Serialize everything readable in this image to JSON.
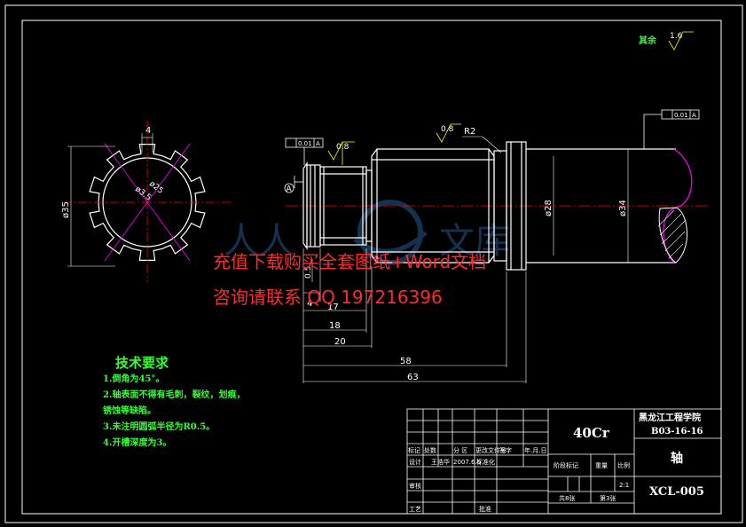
{
  "roughness": {
    "rest_label": "其余",
    "rest_value": "1.6",
    "a1": "0.8",
    "a2": "0.8"
  },
  "tolerance": {
    "left_value": "0.01",
    "left_datum": "A",
    "right_value": "0.01",
    "right_datum": "A"
  },
  "dims": {
    "key_width": "4",
    "outer_dia": "ø35",
    "inner_dia": "ø25",
    "root_dia": "ø3.5",
    "r2": "R2",
    "d28": "ø28",
    "d34": "ø34",
    "d4": "4",
    "d17": "17",
    "d18": "18",
    "d20": "20",
    "d58": "58",
    "d63": "63",
    "d_small": "0.5"
  },
  "datum_label": "A",
  "requirements": {
    "heading": "技术要求",
    "items": [
      "1.倒角为45°。",
      "2.轴表面不得有毛刺，裂纹，划痕，",
      "锈蚀等缺陷。",
      "3.未注明圆弧半径为R0.5。",
      "4.开槽深度为3。"
    ]
  },
  "title_block": {
    "material": "40Cr",
    "school": "黑龙江工程学院",
    "class_code": "B03-16-16",
    "part_name": "轴",
    "drawing_no": "XCL-005",
    "col_mark": "标记",
    "col_count": "处数",
    "col_zone": "分 区",
    "col_docno": "更改文件号",
    "col_sign": "签字",
    "col_date": "年.月.日",
    "design_label": "设计",
    "designer": "王浩华",
    "design_date": "2007.6.6",
    "std_label": "标准化",
    "stage_label": "阶段标记",
    "weight_label": "重量",
    "scale_label": "比例",
    "scale": "2:1",
    "review_label": "审核",
    "process_label": "工艺",
    "approve_label": "批准",
    "total_sheets": "共8张",
    "sheet_no": "第3张"
  },
  "watermark": {
    "line1": "充值下载购买全套图纸+Word文档",
    "line2": "咨询请联系 QQ 197216396"
  },
  "colors": {
    "background": "#000000",
    "outline": "#ffffff",
    "centerline": "#ff0000",
    "section": "#ff00ff",
    "text_green": "#33ff33",
    "watermark": "#ff2a2a",
    "yellow": "#ffff00"
  }
}
